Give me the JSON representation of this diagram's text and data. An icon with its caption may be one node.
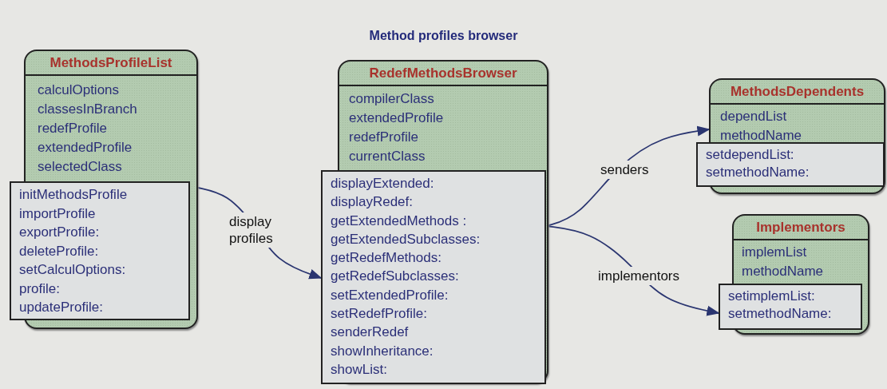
{
  "diagram": {
    "title": "Method profiles browser",
    "nodes": [
      {
        "text": [
          "MethodsProfileList",
          "calculOptions",
          "classesInBranch",
          "redefProfile",
          "extendedProfile",
          "selectedClass"
        ]
      },
      {
        "text": [
          "initMethodsProfile",
          "importProfile",
          "exportProfile:",
          "deleteProfile:",
          "setCalculOptions:",
          "profile:",
          "updateProfile:"
        ],
        "in": 0
      },
      {
        "text": [
          "RedefMethodsBrowser",
          "compilerClass",
          "extendedProfile",
          "redefProfile",
          "currentClass"
        ]
      },
      {
        "text": [
          "displayExtended:",
          "displayRedef:",
          "getExtendedMethods :",
          "getExtendedSubclasses:",
          "getRedefMethods:",
          "getRedefSubclasses:",
          "setExtendedProfile:",
          "setRedefProfile:",
          "senderRedef",
          "showInheritance:",
          "showList:"
        ],
        "in": 2
      },
      {
        "text": [
          "MethodsDependents",
          "dependList",
          "methodName"
        ]
      },
      {
        "text": [
          "setdependList:",
          "setmethodName:"
        ],
        "in": 4
      },
      {
        "text": [
          "Implementors",
          "implemList",
          "methodName"
        ]
      },
      {
        "text": [
          "setimplemList:",
          "setmethodName:"
        ],
        "in": 6
      }
    ],
    "edges": [
      {
        "from": 0,
        "to": 3,
        "arrow": "to",
        "label": "display profiles"
      },
      {
        "from": 3,
        "to": 4,
        "arrow": "to",
        "label": "senders"
      },
      {
        "from": 3,
        "to": 7,
        "arrow": "to",
        "label": "implementors"
      }
    ]
  }
}
